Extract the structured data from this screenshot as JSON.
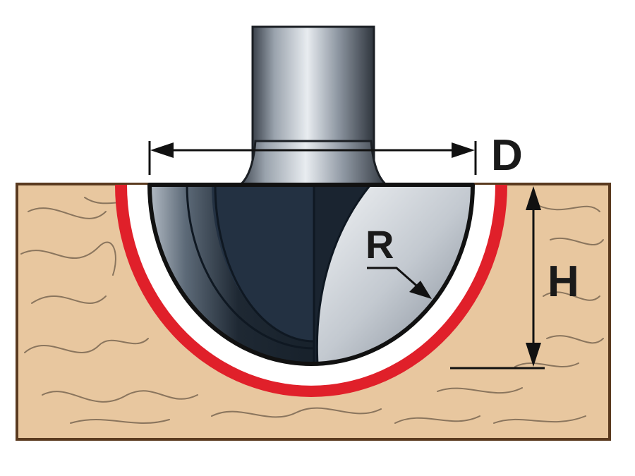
{
  "labels": {
    "diameter": "D",
    "height": "H",
    "radius": "R"
  },
  "colors": {
    "wood_fill": "#e8c79f",
    "wood_border": "#5a3a1f",
    "wood_grain": "#6b5a48",
    "cut_outline": "#e0202a",
    "cut_clearance": "#ffffff",
    "shank_light": "#dfe3e8",
    "shank_dark": "#3f4650",
    "cutter_dark": "#1f2a36",
    "dimension_line": "#111111",
    "text": "#1a1a1a"
  }
}
